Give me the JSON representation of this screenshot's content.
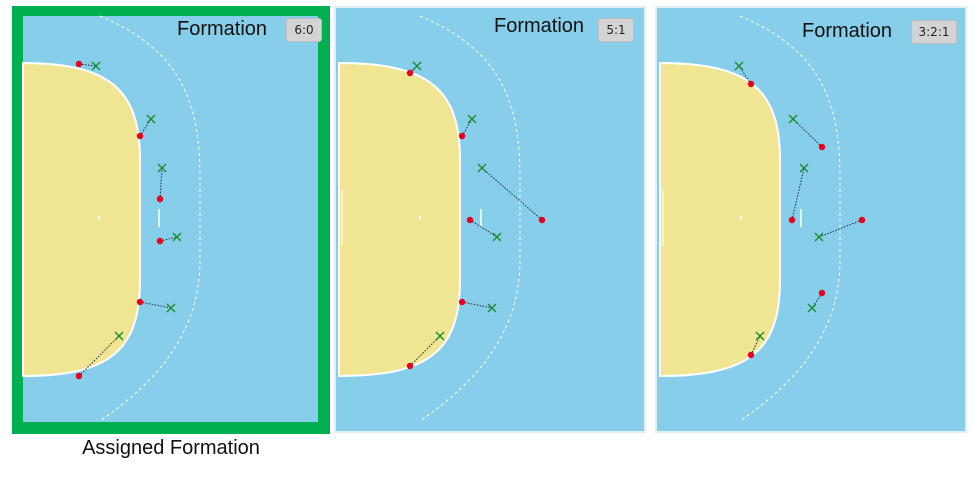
{
  "panels": [
    {
      "title": "Formation",
      "badge": "6:0",
      "selected": true,
      "pairs": [
        {
          "defender": [
            79,
            64
          ],
          "attacker": [
            96,
            66
          ]
        },
        {
          "defender": [
            140,
            136
          ],
          "attacker": [
            151,
            119
          ]
        },
        {
          "defender": [
            160,
            199
          ],
          "attacker": [
            162,
            168
          ]
        },
        {
          "defender": [
            160,
            241
          ],
          "attacker": [
            177,
            237
          ]
        },
        {
          "defender": [
            140,
            302
          ],
          "attacker": [
            171,
            308
          ]
        },
        {
          "defender": [
            79,
            376
          ],
          "attacker": [
            119,
            336
          ]
        }
      ]
    },
    {
      "title": "Formation",
      "badge": "5:1",
      "selected": false,
      "pairs": [
        {
          "defender": [
            410,
            73
          ],
          "attacker": [
            417,
            66
          ]
        },
        {
          "defender": [
            462,
            136
          ],
          "attacker": [
            472,
            119
          ]
        },
        {
          "defender": [
            542,
            220
          ],
          "attacker": [
            482,
            168
          ]
        },
        {
          "defender": [
            470,
            220
          ],
          "attacker": [
            497,
            237
          ]
        },
        {
          "defender": [
            462,
            302
          ],
          "attacker": [
            492,
            308
          ]
        },
        {
          "defender": [
            410,
            366
          ],
          "attacker": [
            440,
            336
          ]
        }
      ]
    },
    {
      "title": "Formation",
      "badge": "3:2:1",
      "selected": false,
      "pairs": [
        {
          "defender": [
            751,
            84
          ],
          "attacker": [
            739,
            66
          ]
        },
        {
          "defender": [
            822,
            147
          ],
          "attacker": [
            793,
            119
          ]
        },
        {
          "defender": [
            792,
            220
          ],
          "attacker": [
            804,
            168
          ]
        },
        {
          "defender": [
            862,
            220
          ],
          "attacker": [
            819,
            237
          ]
        },
        {
          "defender": [
            822,
            293
          ],
          "attacker": [
            812,
            308
          ]
        },
        {
          "defender": [
            751,
            355
          ],
          "attacker": [
            760,
            336
          ]
        }
      ]
    }
  ],
  "caption": "Assigned Formation",
  "colors": {
    "court": "#87ceeb",
    "goal_area": "#efe592",
    "selected_border": "#00b050",
    "defender": "#e8001c",
    "attacker": "#1a8c2a"
  }
}
